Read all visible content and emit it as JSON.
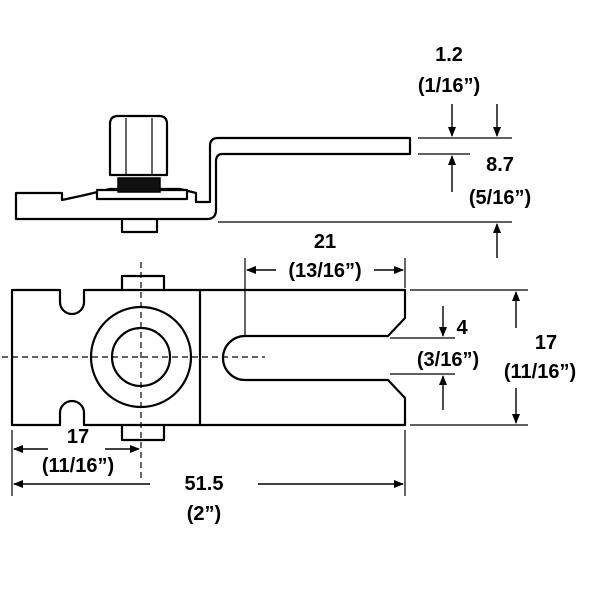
{
  "dimensions": {
    "thickness": {
      "mm": "1.2",
      "inch": "(1/16”)"
    },
    "height": {
      "mm": "8.7",
      "inch": "(5/16”)"
    },
    "slot_length": {
      "mm": "21",
      "inch": "(13/16”)"
    },
    "slot_width": {
      "mm": "4",
      "inch": "(3/16”)"
    },
    "plate_width": {
      "mm": "17",
      "inch": "(11/16”)"
    },
    "hole_offset": {
      "mm": "17",
      "inch": "(11/16”)"
    },
    "overall_length": {
      "mm": "51.5",
      "inch": "(2”)"
    }
  }
}
